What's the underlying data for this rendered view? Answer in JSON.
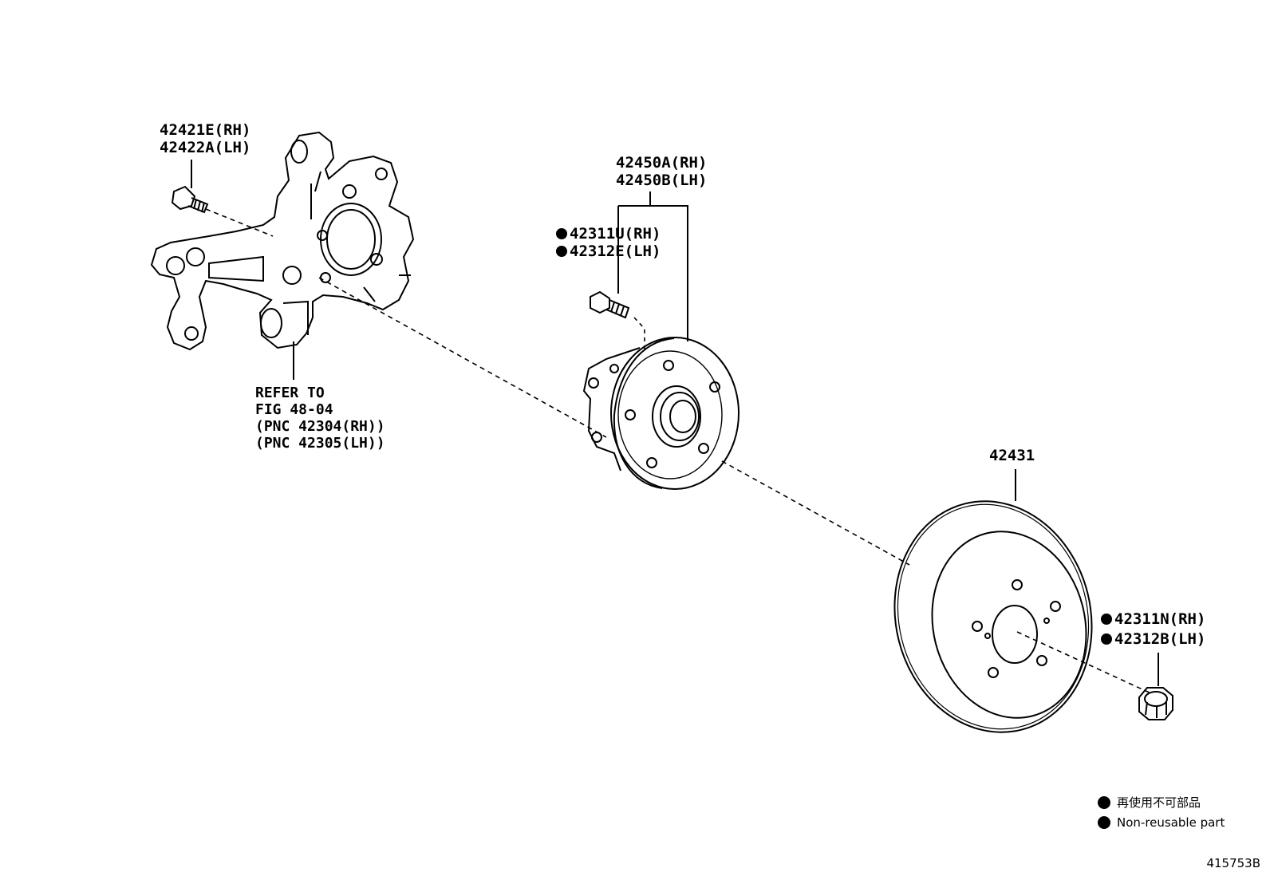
{
  "parts": {
    "bolt": {
      "line1": "42421E(RH)",
      "line2": "42422A(LH)"
    },
    "hub": {
      "line1": "42450A(RH)",
      "line2": "42450B(LH)"
    },
    "hub_bolt": {
      "line1": "42311U(RH)",
      "line2": "42312E(LH)"
    },
    "disc": {
      "label": "42431"
    },
    "nut": {
      "line1": "42311N(RH)",
      "line2": "42312B(LH)"
    }
  },
  "reference": {
    "line1": "REFER TO",
    "line2": "FIG 48-04",
    "line3": "(PNC 42304(RH))",
    "line4": "(PNC 42305(LH))"
  },
  "legend": {
    "jp": "再使用不可部品",
    "en": "Non-reusable part"
  },
  "illustration_code": "415753B"
}
